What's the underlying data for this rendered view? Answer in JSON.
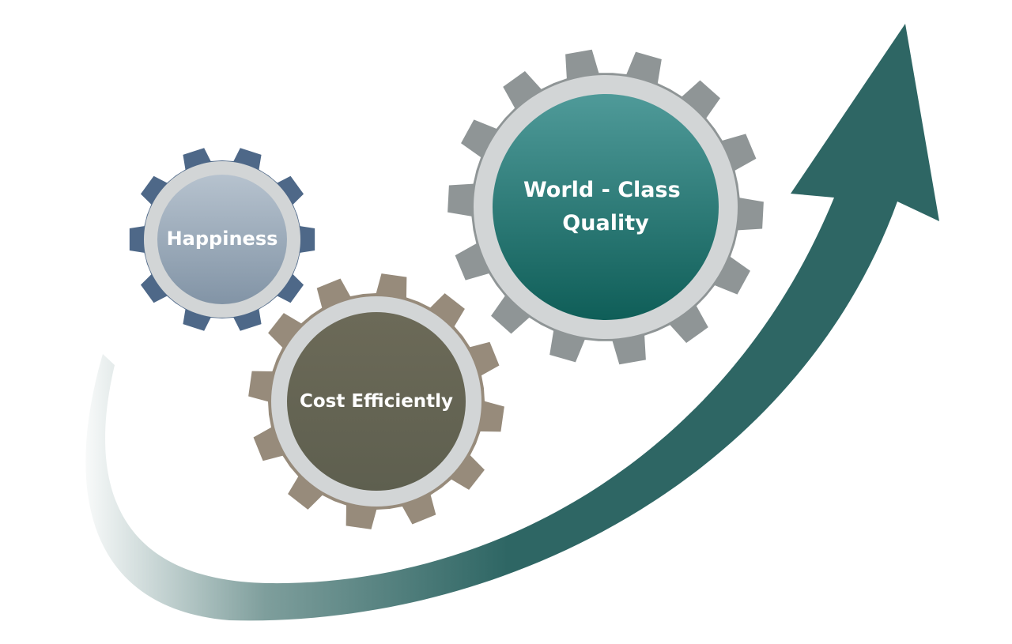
{
  "gears": [
    {
      "id": "happiness",
      "label_lines": [
        "Happiness"
      ],
      "teeth_color": "#4e6888",
      "face_color_top": "#b6c2ce",
      "face_color_bottom": "#8294a6"
    },
    {
      "id": "cost",
      "label_lines": [
        "Cost Efficiently"
      ],
      "teeth_color": "#978b7b",
      "face_color_top": "#6c6a58",
      "face_color_bottom": "#5e5f4f"
    },
    {
      "id": "quality",
      "label_lines": [
        "World - Class",
        "Quality"
      ],
      "teeth_color": "#8f9596",
      "face_color_top": "#4f9a99",
      "face_color_bottom": "#0f5e58"
    }
  ],
  "ring_color": "#d2d5d6",
  "arrow": {
    "color_start": "#ffffff",
    "color_end": "#2e6664"
  }
}
